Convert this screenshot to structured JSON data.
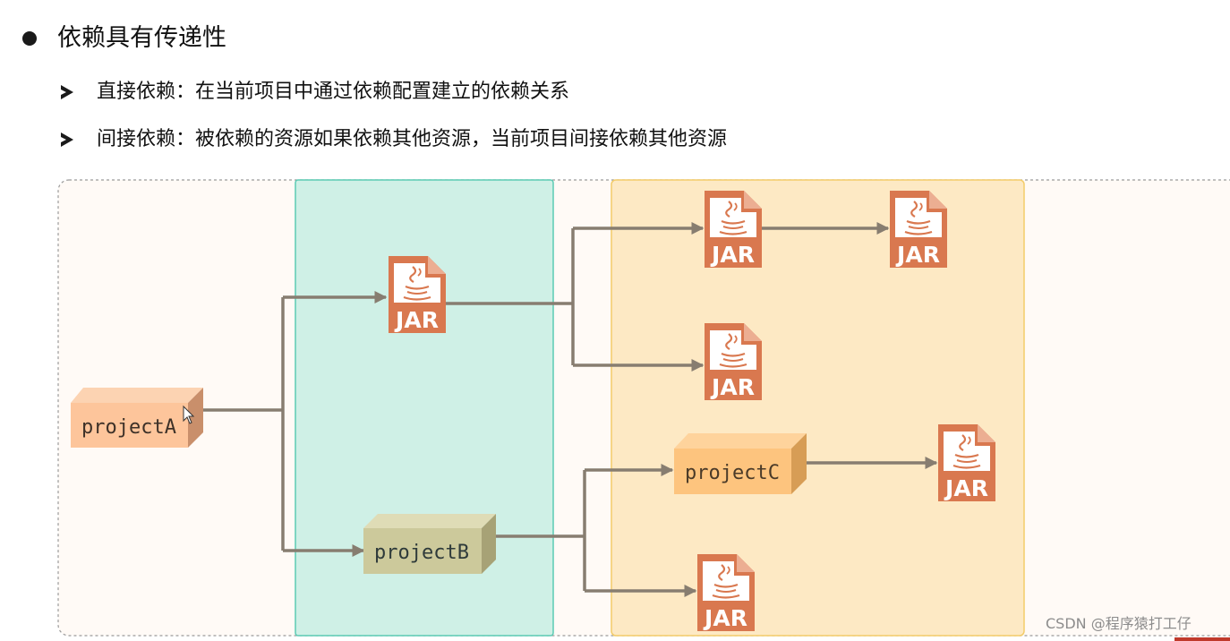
{
  "heading": "依赖具有传递性",
  "items": [
    "直接依赖：在当前项目中通过依赖配置建立的依赖关系",
    "间接依赖：被依赖的资源如果依赖其他资源，当前项目间接依赖其他资源"
  ],
  "diagram": {
    "projects": {
      "a": "projectA",
      "b": "projectB",
      "c": "projectC"
    },
    "jar_label": "JAR",
    "colors": {
      "direct_zone": "#cff0e6",
      "indirect_zone": "#fde9c4",
      "project_a": "#fdc59b",
      "project_b": "#ccc99b",
      "project_c": "#fdc47e",
      "jar": "#d9784f",
      "arrow": "#877d70"
    }
  },
  "watermark": "CSDN @程序猿打工仔"
}
